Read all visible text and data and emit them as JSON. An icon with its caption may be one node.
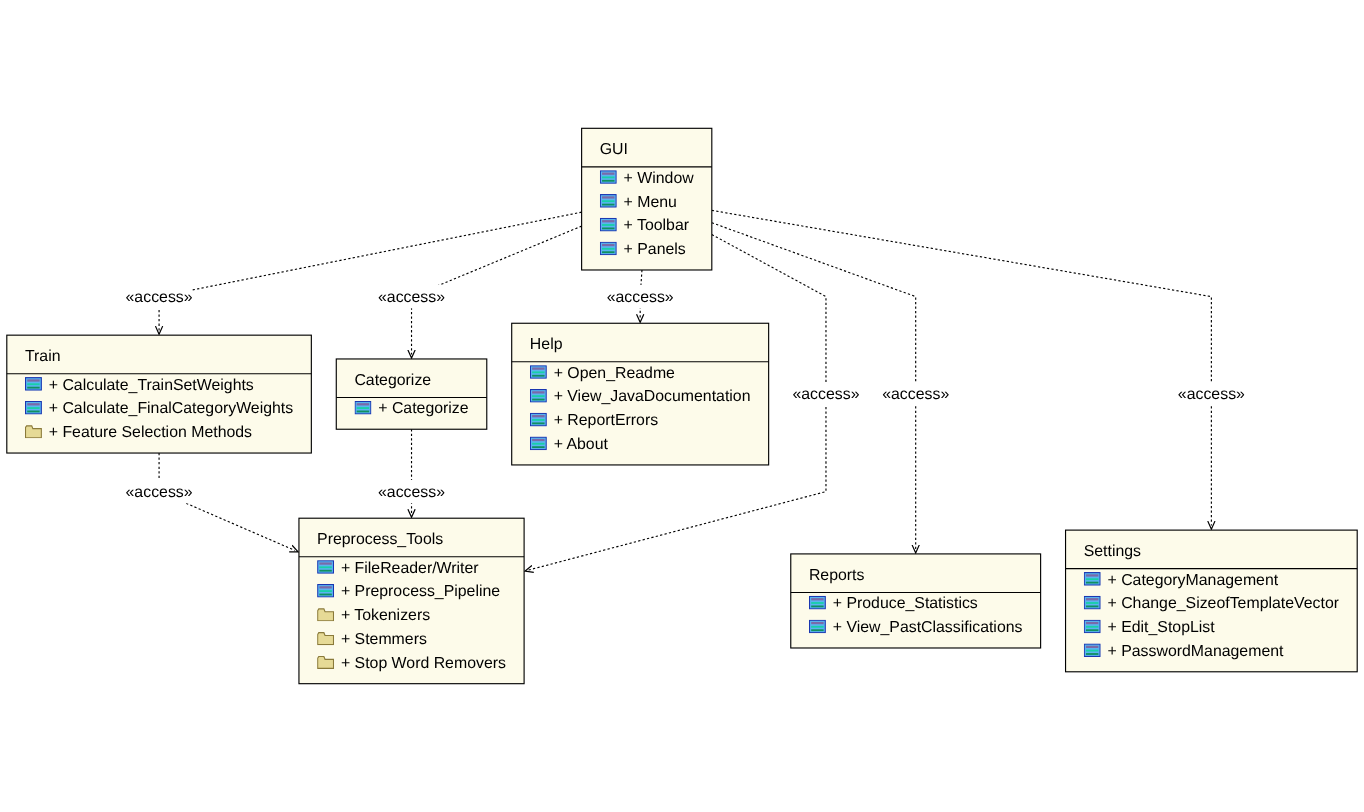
{
  "diagram": {
    "nodes": [
      {
        "text": [
          "Preprocess_Tools",
          "+ FileReader/Writer",
          "+ Preprocess_Pipeline",
          "+ Tokenizers",
          "+ Stemmers",
          "+ Stop Word Removers"
        ]
      },
      {
        "text": [
          "Train",
          "+ Calculate_TrainSetWeights",
          "+ Calculate_FinalCategoryWeights",
          "+ Feature Selection Methods"
        ]
      },
      {
        "text": [
          "Categorize",
          "+ Categorize"
        ]
      },
      {
        "text": [
          "GUI",
          "+ Window",
          "+ Menu",
          "+ Toolbar",
          "+ Panels"
        ]
      },
      {
        "text": [
          "Help",
          "+ Open_Readme",
          "+ View_JavaDocumentation",
          "+ ReportErrors",
          "+ About"
        ]
      },
      {
        "text": [
          "Reports",
          "+ Produce_Statistics",
          "+ View_PastClassifications"
        ]
      },
      {
        "text": [
          "Settings",
          "+ CategoryManagement",
          "+ Change_SizeofTemplateVector",
          "+ Edit_StopList",
          "+ PasswordManagement"
        ]
      }
    ],
    "edges": [
      {
        "from": 1,
        "to": 0,
        "arrow": "to",
        "label": "«access»",
        "style": "dashed"
      },
      {
        "from": 2,
        "to": 0,
        "arrow": "to",
        "label": "«access»",
        "style": "dashed"
      },
      {
        "from": 3,
        "to": 0,
        "arrow": "to",
        "label": "«access»",
        "style": "dashed"
      },
      {
        "from": 3,
        "to": 1,
        "arrow": "to",
        "label": "«access»",
        "style": "dashed"
      },
      {
        "from": 3,
        "to": 2,
        "arrow": "to",
        "label": "«access»",
        "style": "dashed"
      },
      {
        "from": 3,
        "to": 4,
        "arrow": "to",
        "label": "«access»",
        "style": "dashed"
      },
      {
        "from": 3,
        "to": 5,
        "arrow": "to",
        "label": "«access»",
        "style": "dashed"
      },
      {
        "from": 3,
        "to": 6,
        "arrow": "to",
        "label": "«access»",
        "style": "dashed"
      }
    ]
  }
}
